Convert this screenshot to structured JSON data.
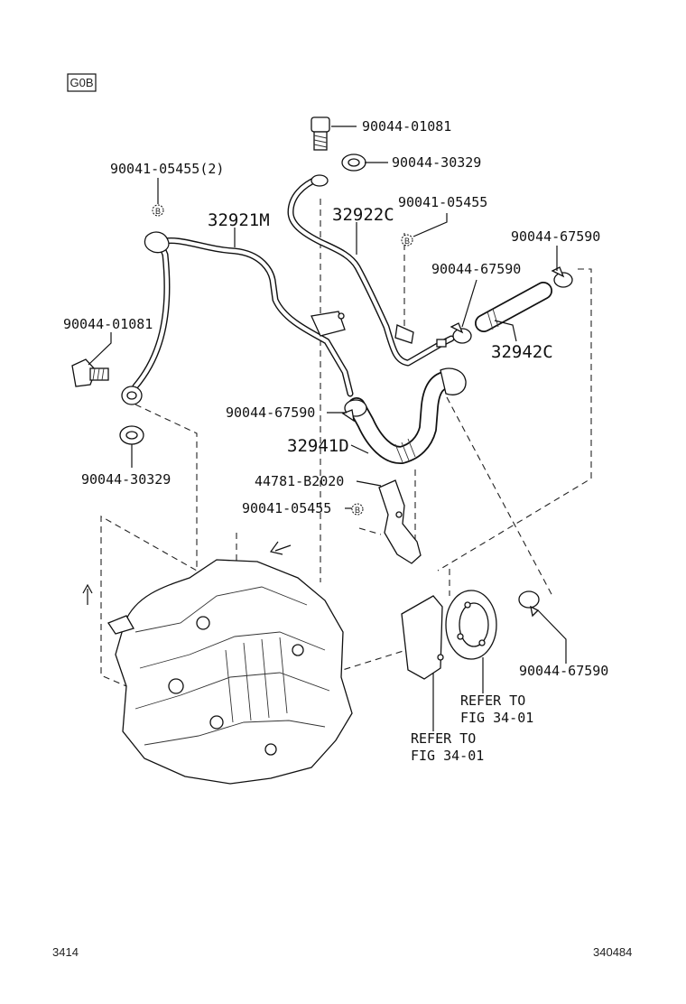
{
  "badge": "G0B",
  "callouts": {
    "bolt_top": "90044-01081",
    "gasket_top": "90044-30329",
    "bolt_b_top_left": "90041-05455(2)",
    "tube_32921m": "32921M",
    "tube_32922c": "32922C",
    "bolt_b_mid": "90041-05455",
    "clamp_top_right": "90044-67590",
    "clamp_mid_right": "90044-67590",
    "hose_32942c": "32942C",
    "bolt_left": "90044-01081",
    "clamp_center": "90044-67590",
    "hose_32941d": "32941D",
    "bracket_44781": "44781-B2020",
    "bolt_b_bottom": "90041-05455",
    "gasket_left": "90044-30329",
    "clamp_bottom_right": "90044-67590",
    "refer_1_line1": "REFER TO",
    "refer_1_line2": "FIG 34-01",
    "refer_2_line1": "REFER TO",
    "refer_2_line2": "FIG 34-01"
  },
  "footer": {
    "page_code": "3414",
    "figure_code": "340484"
  },
  "icons": {
    "bolt_marker": "B",
    "arrow": "up-arrow"
  }
}
